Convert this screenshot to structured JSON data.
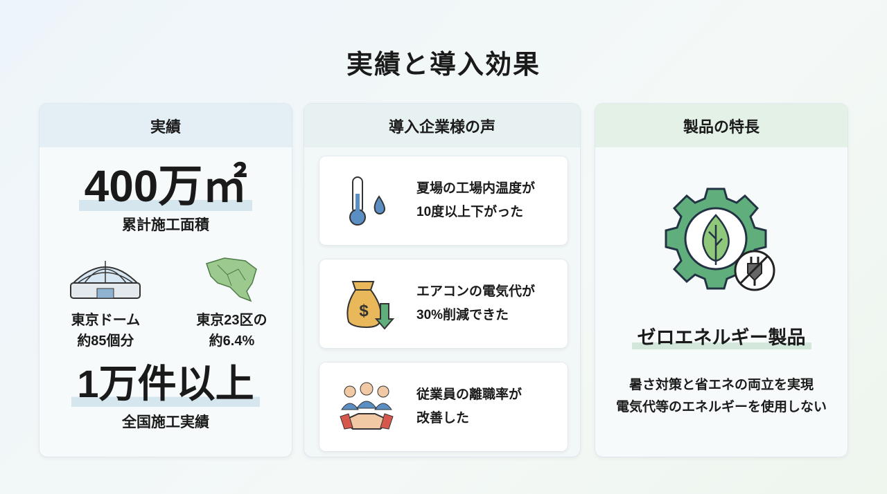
{
  "title": "実績と導入効果",
  "results": {
    "header": "実績",
    "area_value": "400万㎡",
    "area_label": "累計施工面積",
    "dome": {
      "line1": "東京ドーム",
      "line2": "約85個分"
    },
    "wards": {
      "line1": "東京23区の",
      "line2": "約6.4%"
    },
    "count_value": "1万件以上",
    "count_label": "全国施工実績"
  },
  "voices": {
    "header": "導入企業様の声",
    "items": [
      {
        "icon": "thermometer-icon",
        "line1": "夏場の工場内温度が",
        "line2": "10度以上下がった"
      },
      {
        "icon": "money-bag-icon",
        "line1": "エアコンの電気代が",
        "line2": "30%削減できた"
      },
      {
        "icon": "handshake-people-icon",
        "line1": "従業員の離職率が",
        "line2": "改善した"
      }
    ]
  },
  "features": {
    "header": "製品の特長",
    "product": "ゼロエネルギー製品",
    "line1": "暑さ対策と省エネの両立を実現",
    "line2": "電気代等のエネルギーを使用しない"
  },
  "colors": {
    "green": "#5fae7c",
    "blue": "#5b8fc4"
  }
}
